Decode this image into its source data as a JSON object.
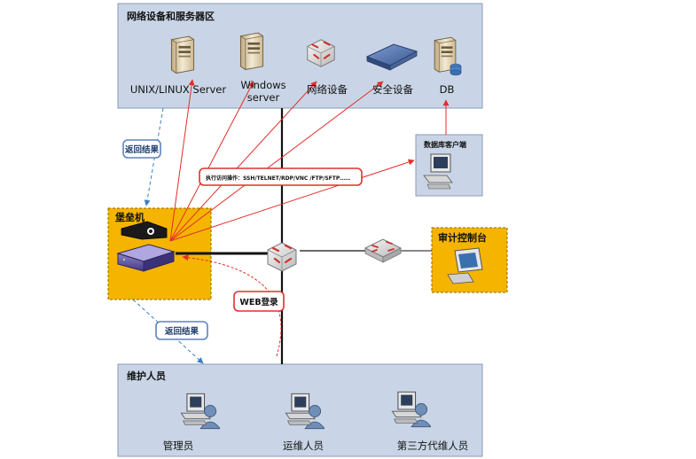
{
  "zones": {
    "network": {
      "title": "网络设备和服务器区"
    },
    "bastion": {
      "title": "堡垒机"
    },
    "audit": {
      "title": "审计控制台"
    },
    "db_client": {
      "title": "数据库客户端"
    },
    "maintainers": {
      "title": "维护人员"
    }
  },
  "devices": [
    {
      "name": "unix-linux-server",
      "icon": "server-tower-icon",
      "label": "UNIX/LINUX Server"
    },
    {
      "name": "windows-server",
      "icon": "server-tower-icon",
      "label_lines": [
        "Windows",
        "server"
      ]
    },
    {
      "name": "network-device",
      "icon": "router-icon",
      "label": "网络设备"
    },
    {
      "name": "security-device",
      "icon": "firewall-appliance-icon",
      "label": "安全设备"
    },
    {
      "name": "database",
      "icon": "db-server-icon",
      "label": "DB"
    }
  ],
  "users": [
    {
      "icon": "user-workstation-icon",
      "label": "管理员"
    },
    {
      "icon": "user-workstation-icon",
      "label": "运维人员"
    },
    {
      "icon": "user-workstation-icon",
      "label": "第三方代维人员"
    }
  ],
  "annotations": {
    "return_result_top": "返回结果",
    "return_result_bottom": "返回结果",
    "web_login": "WEB登录",
    "operations": "执行访问操作：SSH/TELNET/RDP/VNC /FTP/SFTP……"
  },
  "colors": {
    "zone_fill": "#c9d5e6",
    "zone_border": "#8a9cb5",
    "bastion_fill": "#f5b400",
    "arrow_red": "#e0302a",
    "arrow_blue": "#3b7fc2",
    "backbone": "#111111"
  }
}
